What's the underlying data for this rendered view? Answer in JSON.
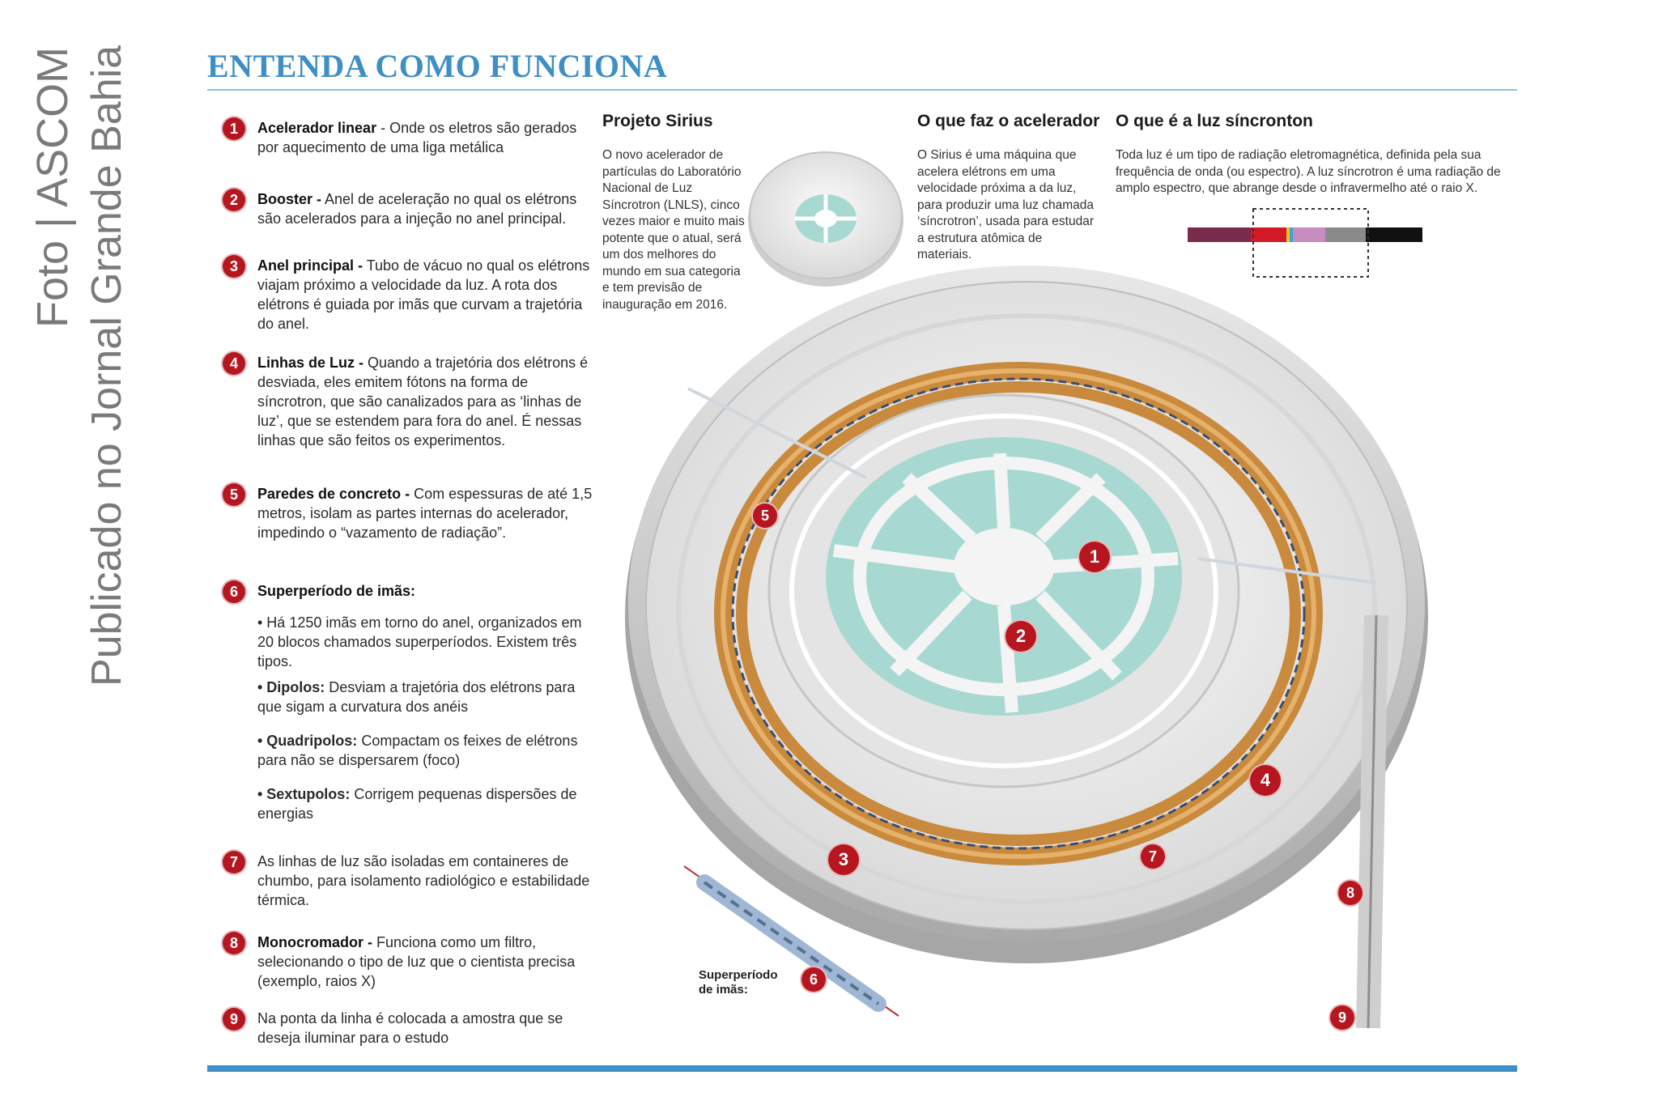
{
  "credit": {
    "line1": "Foto | ASCOM",
    "line2": "Publicado no Jornal Grande Bahia"
  },
  "title": "ENTENDA COMO FUNCIONA",
  "items": [
    {
      "num": "1",
      "bold": "Acelerador linear",
      "text": " - Onde os eletros são gerados por aquecimento de uma liga metálica"
    },
    {
      "num": "2",
      "bold": "Booster -",
      "text": " Anel de aceleração no qual os elétrons são acelerados para a injeção no anel principal."
    },
    {
      "num": "3",
      "bold": "Anel principal -",
      "text": " Tubo de vácuo no qual os elétrons viajam próximo a velocidade da luz. A rota dos elétrons é guiada por imãs que curvam a trajetória do anel."
    },
    {
      "num": "4",
      "bold": "Linhas de Luz -",
      "text": " Quando a trajetória dos elétrons é desviada, eles emitem fótons na forma de síncrotron, que são canalizados para as ‘linhas de luz’, que se estendem para fora do anel. É nessas linhas que são feitos os experimentos."
    },
    {
      "num": "5",
      "bold": "Paredes de concreto -",
      "text": " Com espessuras de até 1,5 metros, isolam as partes internas do acelerador, impedindo o “vazamento de radiação”."
    },
    {
      "num": "6",
      "bold": "Superperíodo de imãs:",
      "text": ""
    },
    {
      "num": "7",
      "bold": "",
      "text": "As linhas de luz são isoladas em containeres de chumbo, para isolamento radiológico e estabilidade térmica."
    },
    {
      "num": "8",
      "bold": "Monocromador -",
      "text": " Funciona como um filtro, selecionando o tipo de luz que o cientista precisa (exemplo, raios X)"
    },
    {
      "num": "9",
      "bold": "",
      "text": "Na ponta da linha é colocada a amostra que se deseja iluminar para o estudo"
    }
  ],
  "magnets": [
    {
      "bold": "",
      "text": "• Há 1250 imãs em torno do anel, organizados em 20 blocos chamados superperíodos. Existem três tipos."
    },
    {
      "bold": "• Dipolos:",
      "text": " Desviam a trajetória dos elétrons para que sigam a curvatura dos anéis"
    },
    {
      "bold": "• Quadripolos:",
      "text": " Compactam os feixes de elétrons para não se dispersarem (foco)"
    },
    {
      "bold": "• Sextupolos:",
      "text": " Corrigem pequenas dispersões de energias"
    }
  ],
  "columns": {
    "sirius": {
      "heading": "Projeto Sirius",
      "text": "O novo acelerador de partículas do Laboratório Nacional de Luz Síncrotron (LNLS), cinco vezes maior e muito mais potente que o atual, será um dos melhores do mundo em sua categoria e tem previsão de inauguração em 2016."
    },
    "acelerador": {
      "heading": "O que faz o acelerador",
      "text": "O Sirius é uma máquina que acelera elétrons em uma velocidade próxima a da luz, para produzir uma luz chamada ‘síncrotron’, usada para estudar a estrutura atômica de materiais."
    },
    "luz": {
      "heading": "O que é a luz síncronton",
      "text": "Toda luz é um tipo de radiação eletromagnética, definida pela sua frequência de onda (ou espectro). A luz síncrotron é uma radiação de amplo espectro, que abrange desde o infravermelho até o raio X."
    }
  },
  "callout": {
    "line1": "Superperíodo",
    "line2": "de imãs:"
  },
  "diagram_markers": [
    "1",
    "2",
    "3",
    "4",
    "5",
    "6",
    "7",
    "8",
    "9"
  ],
  "colors": {
    "accent_blue": "#3d8fc6",
    "marker_red": "#b5161f",
    "ring_orange": "#c98a3e",
    "floor_teal": "#a8d8d2"
  }
}
